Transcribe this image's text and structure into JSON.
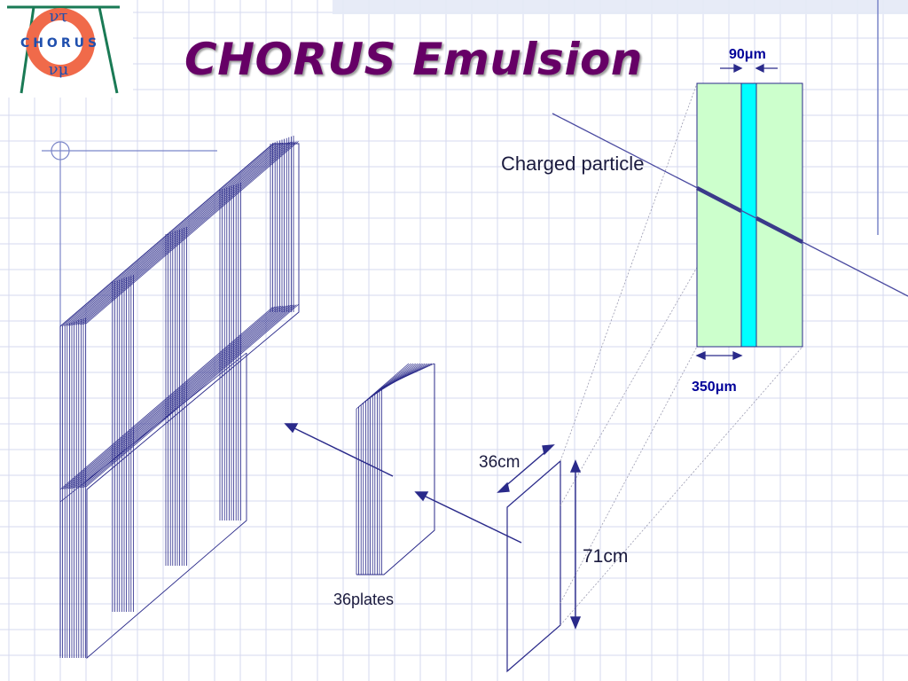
{
  "slide": {
    "title": "CHORUS Emulsion"
  },
  "logo": {
    "word": "CHORUS",
    "nu_tau": "ντ",
    "nu_mu": "νμ",
    "ring_color": "#f06a4a",
    "text_color": "#1f4fae",
    "frame_color": "#1a7a55"
  },
  "labels": {
    "charged_particle": "Charged particle",
    "depth": "36cm",
    "height": "71cm",
    "plates": "36plates",
    "film_thickness": "90μm",
    "plate_thickness": "350μm"
  },
  "colors": {
    "plate_lines": "#2a2a8a",
    "emulsion": "#ccffcc",
    "base": "#00ffff",
    "grid": "#d6d9ef",
    "title": "#660066"
  }
}
